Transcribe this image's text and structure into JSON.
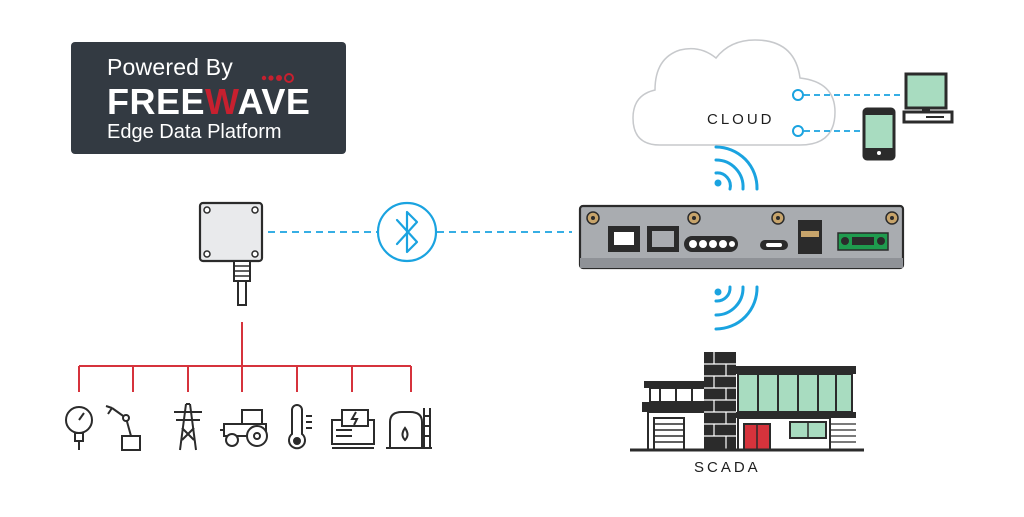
{
  "badge": {
    "powered_by": "Powered By",
    "brand_part1": "FREE",
    "brand_accent": "W",
    "brand_part2": "AVE",
    "subtitle": "Edge Data Platform"
  },
  "labels": {
    "cloud": "CLOUD",
    "scada": "SCADA"
  },
  "colors": {
    "badge_bg": "#333a42",
    "brand_red": "#c7202f",
    "link_blue": "#1aa3e0",
    "bus_red": "#d6333c",
    "outline": "#2b2b2b",
    "device_body": "#a9acb0",
    "mint": "#a8dcc0"
  },
  "icons": {
    "sensor": "sensor-box-icon",
    "bluetooth": "bluetooth-icon",
    "gateway": "edge-gateway-device",
    "cloud": "cloud-icon",
    "desktop": "desktop-computer-icon",
    "phone": "smartphone-icon",
    "building": "scada-building-icon",
    "field_devices": [
      "gauge-icon",
      "robot-arm-icon",
      "power-tower-icon",
      "tractor-icon",
      "thermometer-icon",
      "generator-icon",
      "storage-tank-icon"
    ]
  }
}
